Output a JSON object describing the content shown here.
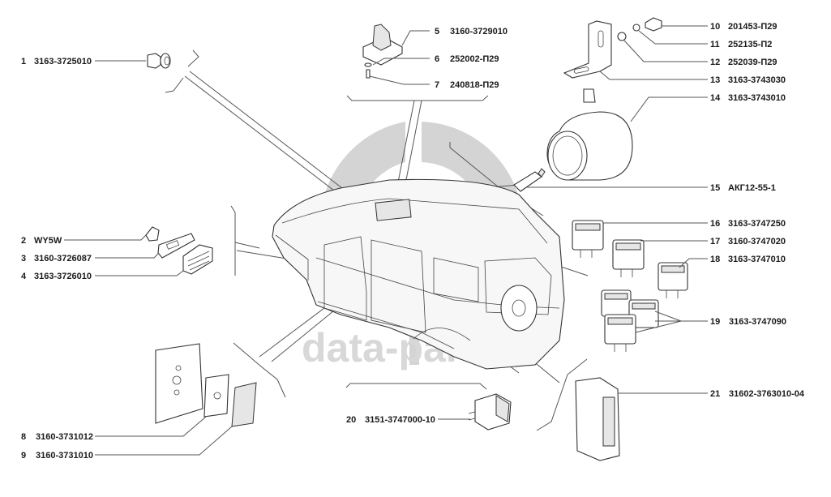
{
  "diagram": {
    "title": "Electrical components exploded view",
    "watermark": {
      "logo": "dp",
      "text": "data-parts",
      "color": "#d4d4d4"
    },
    "callouts": [
      {
        "num": "1",
        "part": "3163-3725010"
      },
      {
        "num": "2",
        "part": "WY5W"
      },
      {
        "num": "3",
        "part": "3160-3726087"
      },
      {
        "num": "4",
        "part": "3163-3726010"
      },
      {
        "num": "5",
        "part": "3160-3729010"
      },
      {
        "num": "6",
        "part": "252002-П29"
      },
      {
        "num": "7",
        "part": "240818-П29"
      },
      {
        "num": "8",
        "part": "3160-3731012"
      },
      {
        "num": "9",
        "part": "3160-3731010"
      },
      {
        "num": "10",
        "part": "201453-П29"
      },
      {
        "num": "11",
        "part": "252135-П2"
      },
      {
        "num": "12",
        "part": "252039-П29"
      },
      {
        "num": "13",
        "part": "3163-3743030"
      },
      {
        "num": "14",
        "part": "3163-3743010"
      },
      {
        "num": "15",
        "part": "АКГ12-55-1"
      },
      {
        "num": "16",
        "part": "3163-3747250"
      },
      {
        "num": "17",
        "part": "3160-3747020"
      },
      {
        "num": "18",
        "part": "3163-3747010"
      },
      {
        "num": "19",
        "part": "3163-3747090"
      },
      {
        "num": "20",
        "part": "3151-3747000-10"
      },
      {
        "num": "21",
        "part": "31602-3763010-04"
      }
    ],
    "components": {
      "socket": "cigarette-lighter-socket",
      "bulb": "wedge-bulb",
      "lamp_gasket": "side-lamp-gasket",
      "side_repeater": "side-repeater-lamp",
      "dome_light": "dome-light",
      "washer": "washer",
      "screw": "screw",
      "bracket": "mounting-bracket",
      "horn": "horn",
      "fuse": "fuse",
      "relay": "relay",
      "reflector_pad": "reflector-pad",
      "reflector": "reflector",
      "flasher": "flasher-relay",
      "ecu": "control-unit",
      "vehicle": "vehicle-body"
    }
  }
}
